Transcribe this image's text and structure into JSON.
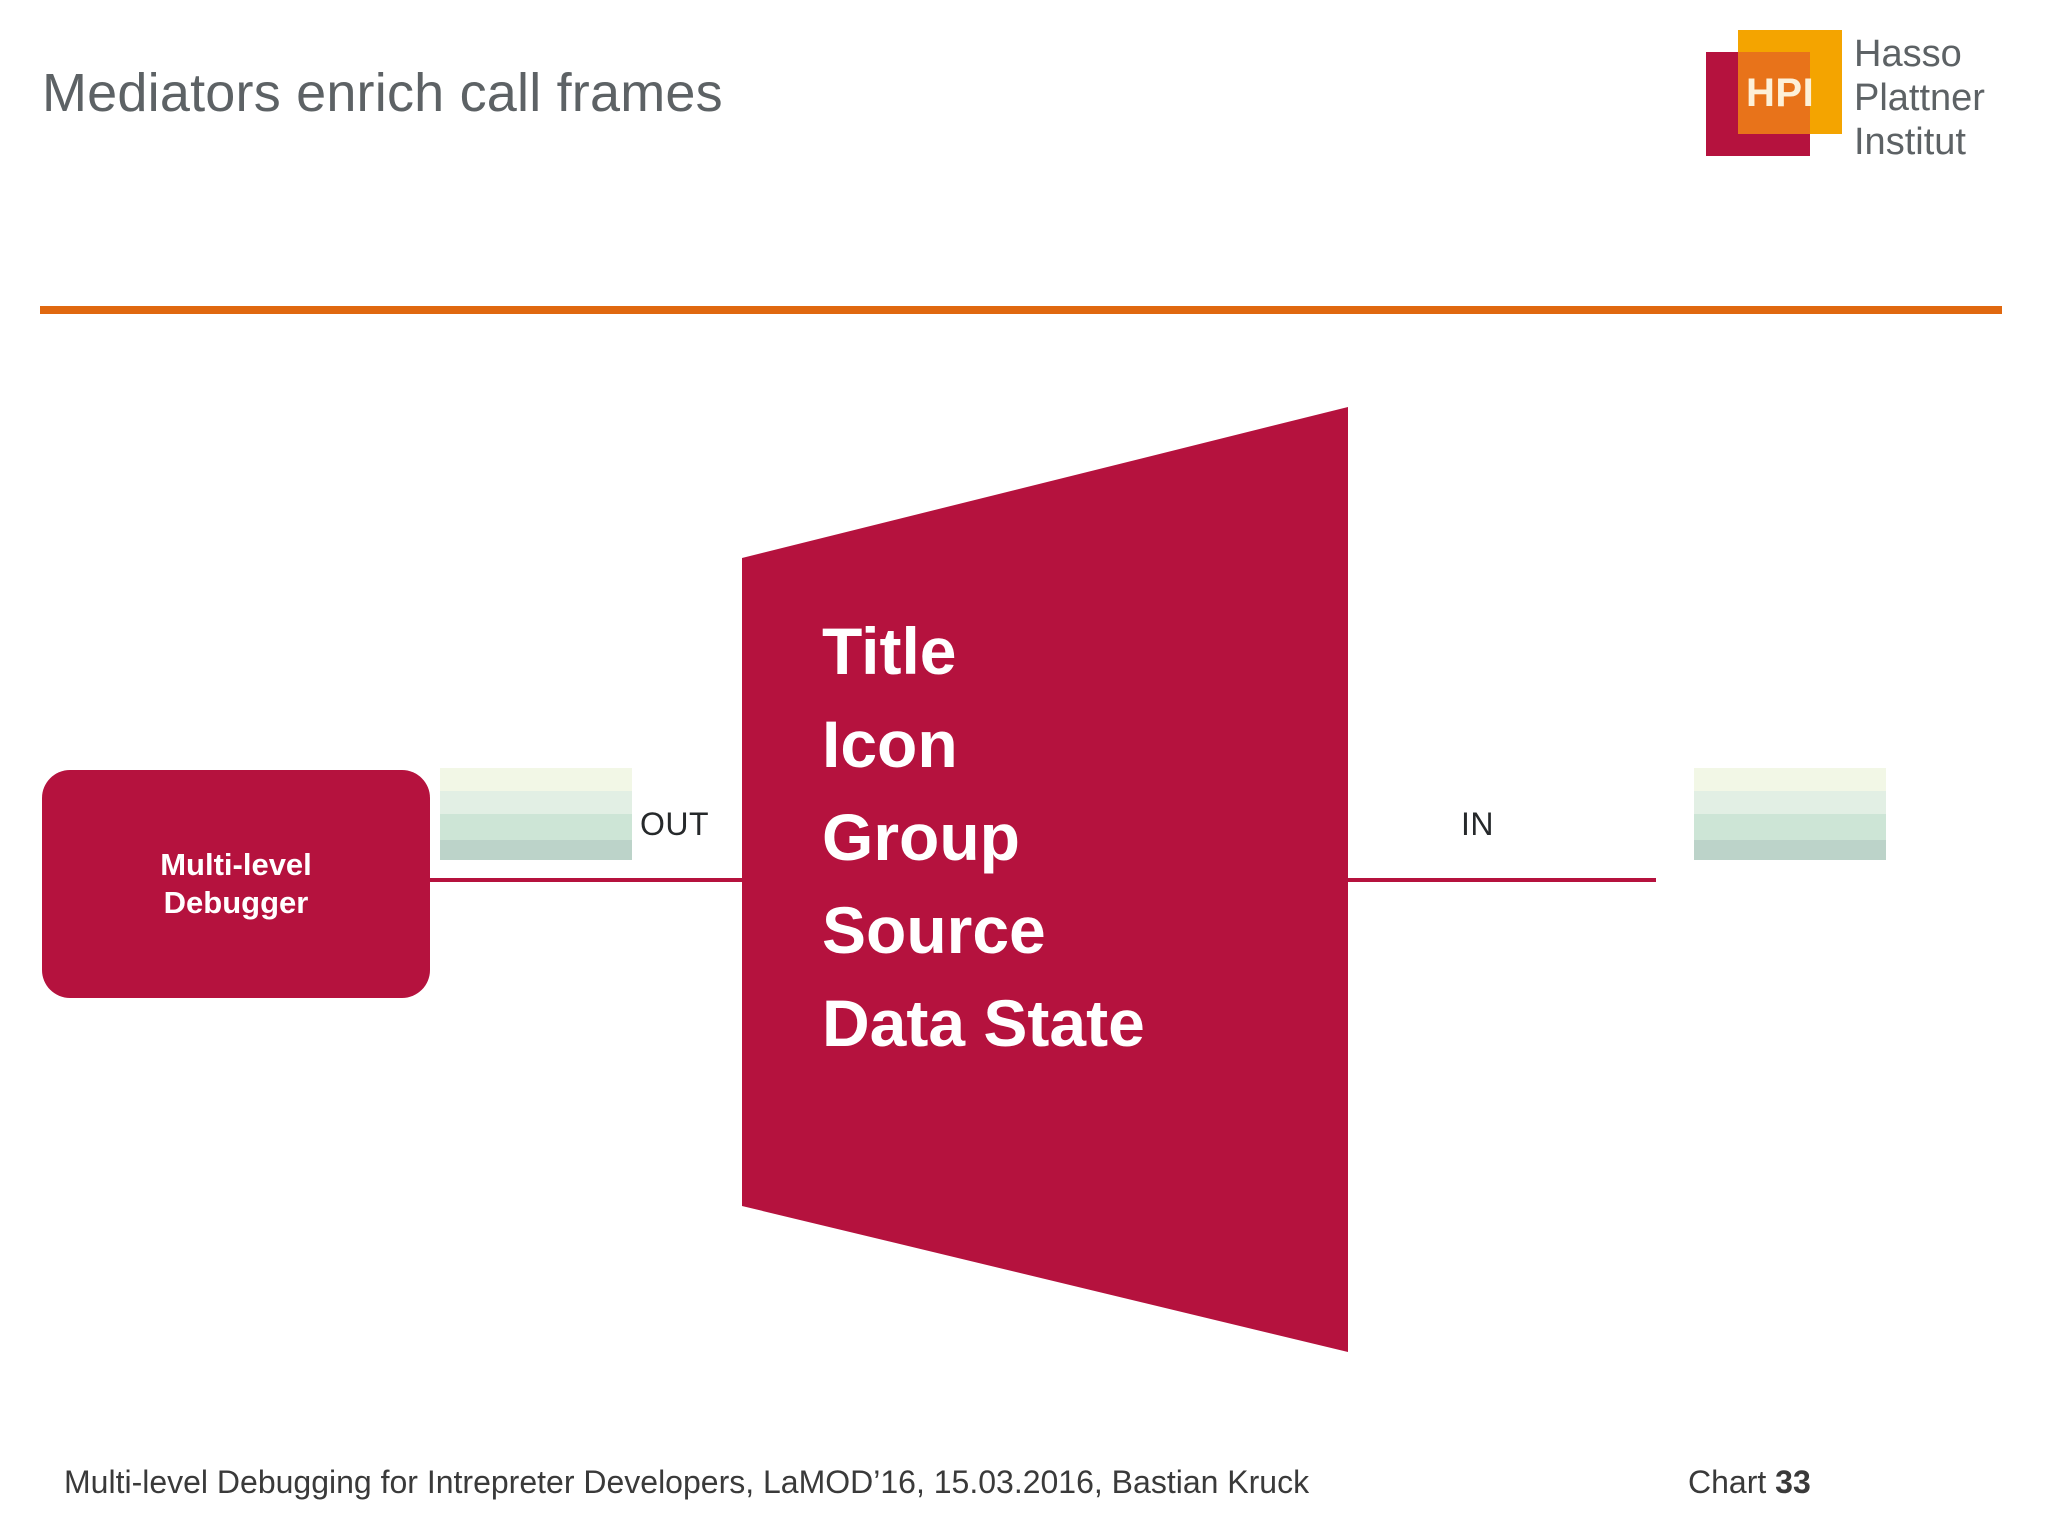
{
  "slide": {
    "title": "Mediators enrich call frames",
    "background_color": "#ffffff",
    "title_color": "#5d6265",
    "accent_orange": "#e0680f",
    "accent_crimson": "#b5123e"
  },
  "logo": {
    "mark_text": "HPI",
    "name_line1": "Hasso",
    "name_line2": "Plattner",
    "name_line3": "Institut",
    "crimson": "#b5123e",
    "gold": "#f4a400",
    "overlap_orange": "#e8731a",
    "word_color": "#5d6265"
  },
  "diagram": {
    "debugger_box": {
      "line1": "Multi-level",
      "line2": "Debugger",
      "fill": "#b5123e",
      "text_color": "#ffffff"
    },
    "out_label": "OUT",
    "in_label": "IN",
    "mediator": {
      "fill": "#b5123e",
      "text_color": "#ffffff",
      "lines": [
        "Title",
        "Icon",
        "Group",
        "Source",
        "Data State"
      ]
    },
    "frame_stack": {
      "band_top": "#f2f7e6",
      "band_2": "#e2efe4",
      "band_3": "#cde5d6",
      "band_bottom": "#bcd3c9"
    }
  },
  "footer": {
    "text": "Multi-level Debugging for Intrepreter Developers, LaMOD’16, 15.03.2016, Bastian Kruck",
    "chart_label": "Chart",
    "chart_number": "33"
  }
}
